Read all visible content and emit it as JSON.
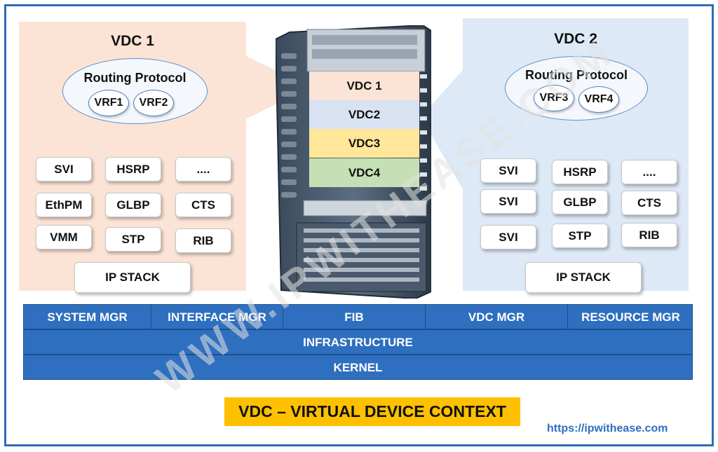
{
  "vdc1": {
    "title": "VDC 1",
    "routing_protocol": "Routing Protocol",
    "vrfs": [
      "VRF1",
      "VRF2"
    ],
    "grid": [
      [
        "SVI",
        "HSRP",
        "...."
      ],
      [
        "EthPM",
        "GLBP",
        "CTS"
      ],
      [
        "VMM",
        "STP",
        "RIB"
      ]
    ],
    "ip_stack": "IP STACK"
  },
  "vdc2": {
    "title": "VDC 2",
    "routing_protocol": "Routing Protocol",
    "vrfs": [
      "VRF3",
      "VRF4"
    ],
    "grid": [
      [
        "SVI",
        "HSRP",
        "...."
      ],
      [
        "SVI",
        "GLBP",
        "CTS"
      ],
      [
        "SVI",
        "STP",
        "RIB"
      ]
    ],
    "ip_stack": "IP STACK"
  },
  "chassis_layers": [
    {
      "label": "VDC 1",
      "color": "#fbe4d5"
    },
    {
      "label": "VDC2",
      "color": "#d9e2f3"
    },
    {
      "label": "VDC3",
      "color": "#ffe699"
    },
    {
      "label": "VDC4",
      "color": "#c5e0b4"
    }
  ],
  "services_row": [
    "SYSTEM MGR",
    "INTERFACE MGR",
    "FIB",
    "VDC MGR",
    "RESOURCE MGR"
  ],
  "infrastructure": "INFRASTRUCTURE",
  "kernel": "KERNEL",
  "title": "VDC – VIRTUAL DEVICE CONTEXT",
  "url": "https://ipwithease.com",
  "watermark": "WWW.IPWITHEASE.COM",
  "colors": {
    "bar_blue": "#2e6fbf",
    "title_bg": "#ffc000",
    "frame": "#2f6cb5"
  }
}
